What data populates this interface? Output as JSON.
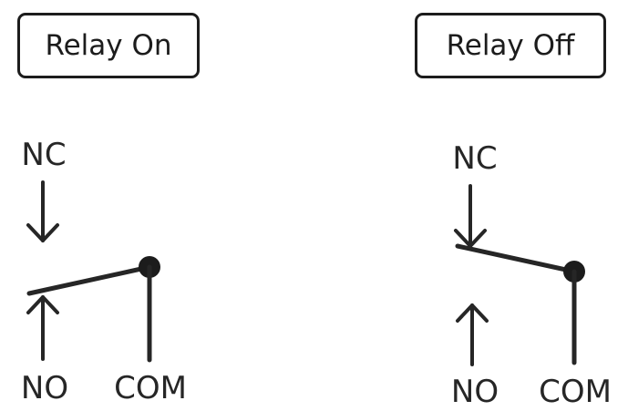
{
  "panels": [
    {
      "title": "Relay On",
      "labels": {
        "nc": "NC",
        "no": "NO",
        "com": "COM"
      }
    },
    {
      "title": "Relay Off",
      "labels": {
        "nc": "NC",
        "no": "NO",
        "com": "COM"
      }
    }
  ],
  "colors": {
    "ink": "#262626",
    "border": "#1c1c1c",
    "background": "#ffffff"
  }
}
